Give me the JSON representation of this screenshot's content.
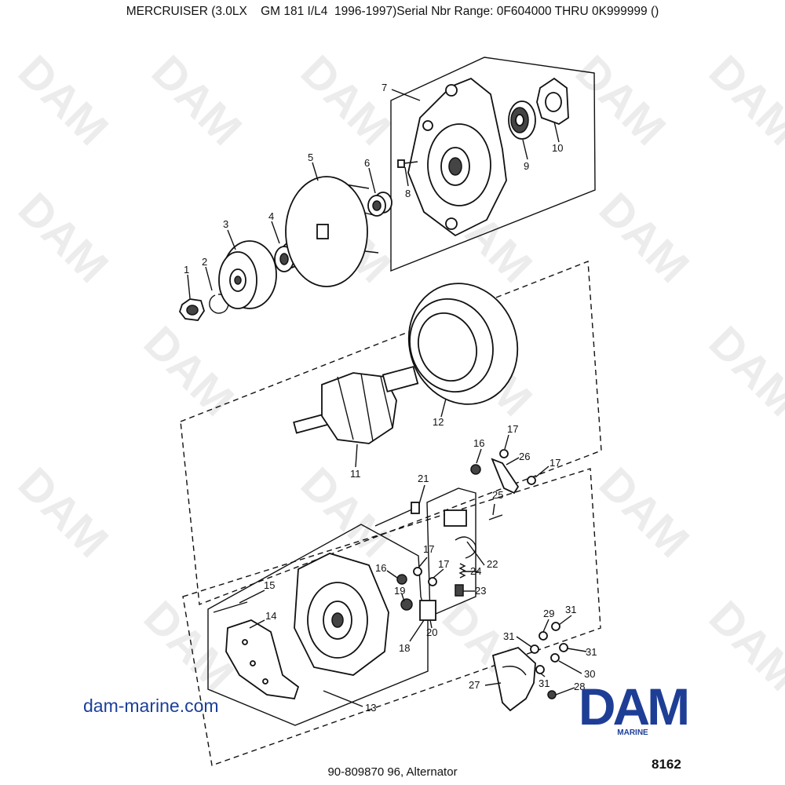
{
  "header": {
    "title": "MERCRUISER (3.0LX    GM 181 I/L4  1996-1997)Serial Nbr Range: 0F604000 THRU 0K999999 ()"
  },
  "footer": {
    "caption": "90-809870 96, Alternator",
    "figure_number": "8162"
  },
  "website": "dam-marine.com",
  "logo": {
    "name": "DAM",
    "subtitle": "MARINE",
    "color": "#1e3e96"
  },
  "watermark": "DAM",
  "callouts": [
    "1",
    "2",
    "3",
    "4",
    "5",
    "6",
    "7",
    "8",
    "9",
    "10",
    "11",
    "12",
    "13",
    "14",
    "15",
    "16",
    "16",
    "17",
    "17",
    "17",
    "17",
    "18",
    "19",
    "20",
    "21",
    "22",
    "23",
    "24",
    "25",
    "26",
    "27",
    "28",
    "29",
    "30",
    "31",
    "31",
    "31",
    "31"
  ]
}
